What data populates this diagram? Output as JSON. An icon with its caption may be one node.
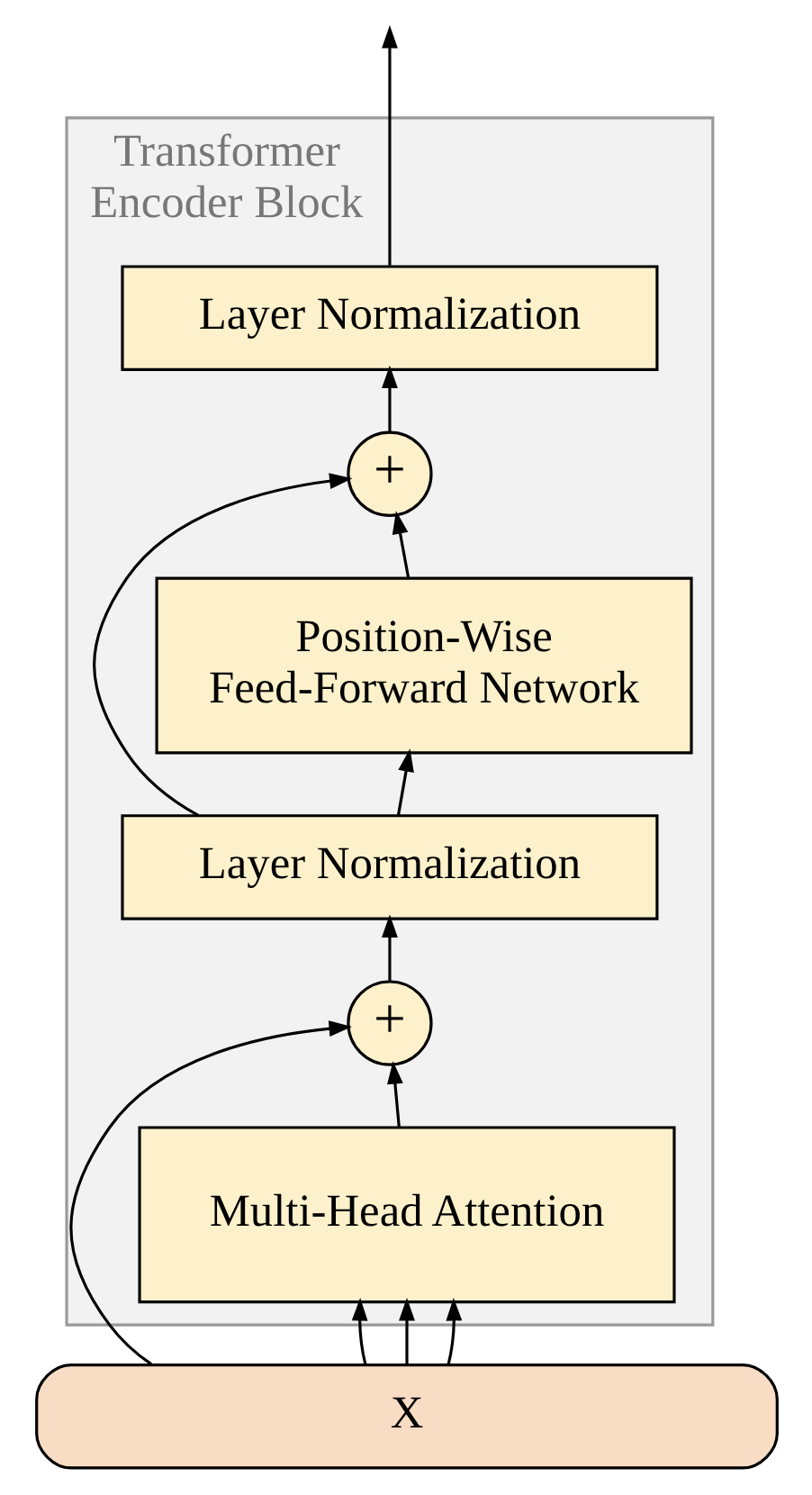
{
  "diagram": {
    "nodes": [
      {
        "text": [
          "Transformer Encoder Block"
        ]
      },
      {
        "text": [
          "Layer Normalization"
        ],
        "in": 0
      },
      {
        "text": [
          "+"
        ],
        "in": 0
      },
      {
        "text": [
          "Position-Wise Feed-Forward Network"
        ],
        "in": 0
      },
      {
        "text": [
          "Layer Normalization"
        ],
        "in": 0
      },
      {
        "text": [
          "+"
        ],
        "in": 0
      },
      {
        "text": [
          "Multi-Head Attention"
        ],
        "in": 0
      },
      {
        "text": [
          "X"
        ]
      }
    ],
    "edges": [
      {
        "from": 1,
        "to": null,
        "arrow": "to"
      },
      {
        "from": 2,
        "to": 1,
        "arrow": "to"
      },
      {
        "from": 3,
        "to": 2,
        "arrow": "to"
      },
      {
        "from": 4,
        "to": 3,
        "arrow": "to"
      },
      {
        "from": 4,
        "to": 2,
        "arrow": "to"
      },
      {
        "from": 5,
        "to": 4,
        "arrow": "to"
      },
      {
        "from": 6,
        "to": 5,
        "arrow": "to"
      },
      {
        "from": 7,
        "to": 6,
        "arrow": "to"
      },
      {
        "from": 7,
        "to": 6,
        "arrow": "to"
      },
      {
        "from": 7,
        "to": 6,
        "arrow": "to"
      },
      {
        "from": 7,
        "to": 5,
        "arrow": "to"
      }
    ]
  }
}
